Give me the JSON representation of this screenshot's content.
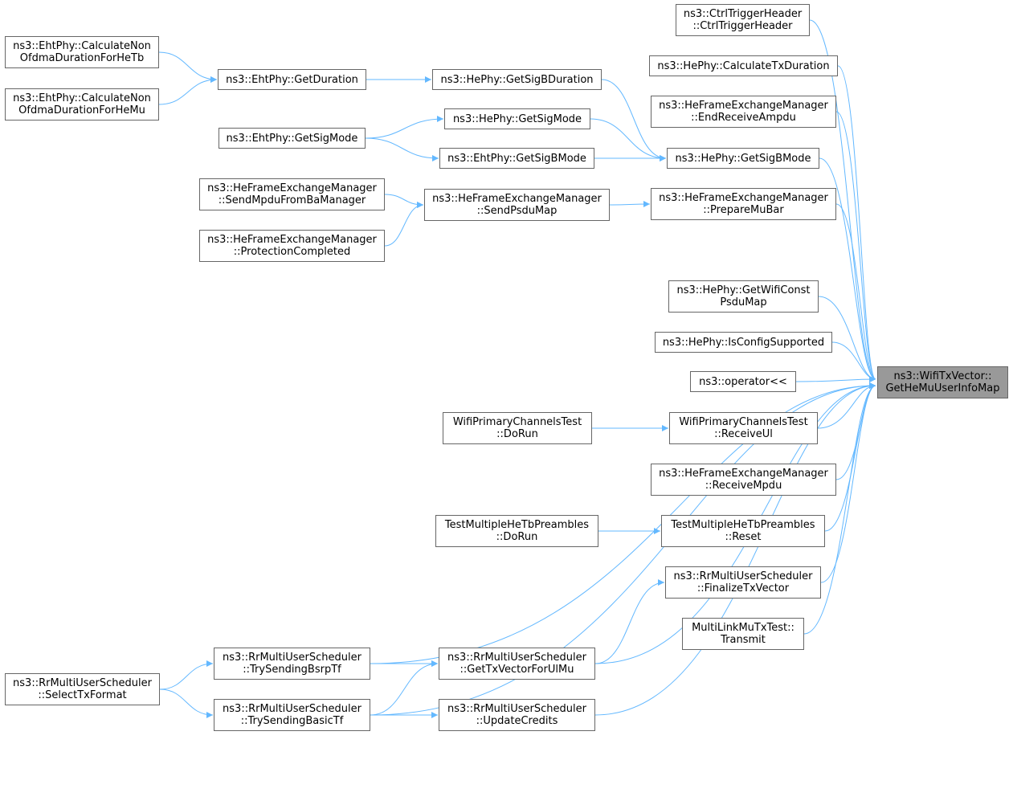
{
  "colors": {
    "edge": "#63b8ff",
    "border": "#666666",
    "target_fill": "#999999",
    "node_fill": "#ffffff"
  },
  "nodes": {
    "target": [
      "ns3::WifiTxVector::",
      "GetHeMuUserInfoMap"
    ],
    "ctrl_trigger_header": [
      "ns3::CtrlTriggerHeader",
      "::CtrlTriggerHeader"
    ],
    "calc_tx_duration": [
      "ns3::HePhy::CalculateTxDuration"
    ],
    "end_receive_ampdu": [
      "ns3::HeFrameExchangeManager",
      "::EndReceiveAmpdu"
    ],
    "he_get_sigb_mode": [
      "ns3::HePhy::GetSigBMode"
    ],
    "prepare_mu_bar": [
      "ns3::HeFrameExchangeManager",
      "::PrepareMuBar"
    ],
    "get_wifi_const_psdu_map": [
      "ns3::HePhy::GetWifiConst",
      "PsduMap"
    ],
    "is_config_supported": [
      "ns3::HePhy::IsConfigSupported"
    ],
    "operator_ll": [
      "ns3::operator<<"
    ],
    "receive_ul": [
      "WifiPrimaryChannelsTest",
      "::ReceiveUl"
    ],
    "receive_mpdu": [
      "ns3::HeFrameExchangeManager",
      "::ReceiveMpdu"
    ],
    "reset": [
      "TestMultipleHeTbPreambles",
      "::Reset"
    ],
    "finalize_tx_vector": [
      "ns3::RrMultiUserScheduler",
      "::FinalizeTxVector"
    ],
    "transmit": [
      "MultiLinkMuTxTest::",
      "Transmit"
    ],
    "get_sigb_duration": [
      "ns3::HePhy::GetSigBDuration"
    ],
    "he_get_sig_mode": [
      "ns3::HePhy::GetSigMode"
    ],
    "eht_get_sigb_mode": [
      "ns3::EhtPhy::GetSigBMode"
    ],
    "send_psdu_map": [
      "ns3::HeFrameExchangeManager",
      "::SendPsduMap"
    ],
    "primary_do_run": [
      "WifiPrimaryChannelsTest",
      "::DoRun"
    ],
    "preambles_do_run": [
      "TestMultipleHeTbPreambles",
      "::DoRun"
    ],
    "get_tx_vector_ul": [
      "ns3::RrMultiUserScheduler",
      "::GetTxVectorForUlMu"
    ],
    "update_credits": [
      "ns3::RrMultiUserScheduler",
      "::UpdateCredits"
    ],
    "eht_get_duration": [
      "ns3::EhtPhy::GetDuration"
    ],
    "eht_get_sig_mode": [
      "ns3::EhtPhy::GetSigMode"
    ],
    "send_mpdu_from_ba": [
      "ns3::HeFrameExchangeManager",
      "::SendMpduFromBaManager"
    ],
    "protection_completed": [
      "ns3::HeFrameExchangeManager",
      "::ProtectionCompleted"
    ],
    "try_sending_bsrp": [
      "ns3::RrMultiUserScheduler",
      "::TrySendingBsrpTf"
    ],
    "try_sending_basic": [
      "ns3::RrMultiUserScheduler",
      "::TrySendingBasicTf"
    ],
    "calc_non_ofdma_tb": [
      "ns3::EhtPhy::CalculateNon",
      "OfdmaDurationForHeTb"
    ],
    "calc_non_ofdma_mu": [
      "ns3::EhtPhy::CalculateNon",
      "OfdmaDurationForHeMu"
    ],
    "select_tx_format": [
      "ns3::RrMultiUserScheduler",
      "::SelectTxFormat"
    ]
  },
  "edges": [
    [
      "ctrl_trigger_header",
      "target"
    ],
    [
      "calc_tx_duration",
      "target"
    ],
    [
      "end_receive_ampdu",
      "target"
    ],
    [
      "he_get_sigb_mode",
      "target"
    ],
    [
      "prepare_mu_bar",
      "target"
    ],
    [
      "get_wifi_const_psdu_map",
      "target"
    ],
    [
      "is_config_supported",
      "target"
    ],
    [
      "operator_ll",
      "target"
    ],
    [
      "receive_ul",
      "target"
    ],
    [
      "receive_mpdu",
      "target"
    ],
    [
      "reset",
      "target"
    ],
    [
      "finalize_tx_vector",
      "target"
    ],
    [
      "transmit",
      "target"
    ],
    [
      "get_tx_vector_ul",
      "target"
    ],
    [
      "update_credits",
      "target"
    ],
    [
      "try_sending_bsrp",
      "target"
    ],
    [
      "try_sending_basic",
      "target"
    ],
    [
      "get_sigb_duration",
      "he_get_sigb_mode"
    ],
    [
      "he_get_sig_mode",
      "he_get_sigb_mode"
    ],
    [
      "eht_get_sigb_mode",
      "he_get_sigb_mode"
    ],
    [
      "send_psdu_map",
      "prepare_mu_bar"
    ],
    [
      "primary_do_run",
      "receive_ul"
    ],
    [
      "preambles_do_run",
      "reset"
    ],
    [
      "get_tx_vector_ul",
      "finalize_tx_vector"
    ],
    [
      "eht_get_duration",
      "get_sigb_duration"
    ],
    [
      "eht_get_sig_mode",
      "he_get_sig_mode"
    ],
    [
      "eht_get_sig_mode",
      "eht_get_sigb_mode"
    ],
    [
      "send_mpdu_from_ba",
      "send_psdu_map"
    ],
    [
      "protection_completed",
      "send_psdu_map"
    ],
    [
      "try_sending_bsrp",
      "get_tx_vector_ul"
    ],
    [
      "try_sending_basic",
      "get_tx_vector_ul"
    ],
    [
      "try_sending_basic",
      "update_credits"
    ],
    [
      "calc_non_ofdma_tb",
      "eht_get_duration"
    ],
    [
      "calc_non_ofdma_mu",
      "eht_get_duration"
    ],
    [
      "select_tx_format",
      "try_sending_bsrp"
    ],
    [
      "select_tx_format",
      "try_sending_basic"
    ]
  ]
}
